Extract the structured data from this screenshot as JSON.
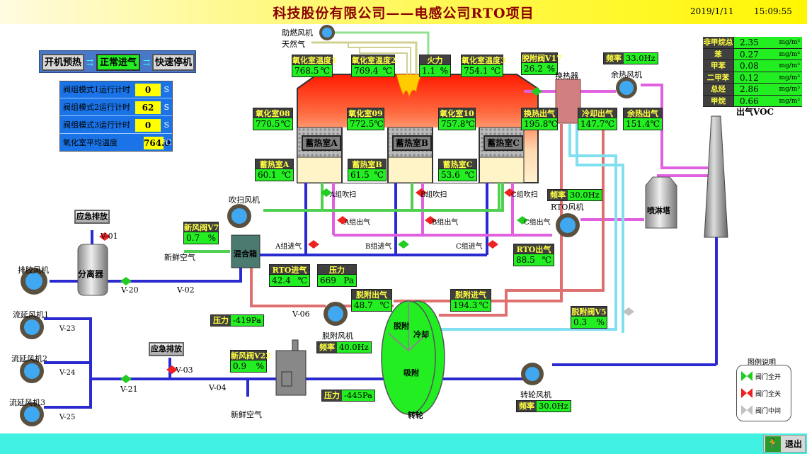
{
  "header": {
    "title": "科技股份有限公司——电感公司RTO项目",
    "date": "2019/1/11",
    "time": "15:09:55"
  },
  "modes": [
    {
      "label": "开机预热",
      "active": false
    },
    {
      "label": "正常进气",
      "active": true
    },
    {
      "label": "快速停机",
      "active": false
    }
  ],
  "timers": [
    {
      "label": "阀组模式1运行计时",
      "value": "0",
      "unit": "S"
    },
    {
      "label": "阀组模式2运行计时",
      "value": "62",
      "unit": "S"
    },
    {
      "label": "阀组模式3运行计时",
      "value": "0",
      "unit": "S"
    },
    {
      "label": "氧化室平均温度",
      "value": "764.0",
      "unit": "℃"
    }
  ],
  "burner": {
    "fan_label": "助燃风机",
    "gas_label": "天然气"
  },
  "top_tags": {
    "ox_temp1": {
      "name": "氧化室温度1",
      "value": "768.5",
      "unit": "℃"
    },
    "ox_temp2": {
      "name": "氧化室温度2",
      "value": "769.4",
      "unit": "℃"
    },
    "fire": {
      "name": "火力",
      "value": "1.1",
      "unit": "%"
    },
    "ox_temp3": {
      "name": "氧化室温度3",
      "value": "754.1",
      "unit": "℃"
    }
  },
  "chambers": {
    "ox08": {
      "name": "氧化室08",
      "value": "770.5",
      "unit": "℃"
    },
    "ox09": {
      "name": "氧化室09",
      "value": "772.5",
      "unit": "℃"
    },
    "ox10": {
      "name": "氧化室10",
      "value": "757.8",
      "unit": "℃"
    },
    "regen_labels": [
      "蓄热室A",
      "蓄热室B",
      "蓄热室C"
    ],
    "regenA": {
      "name": "蓄热室A",
      "value": "60.1",
      "unit": "℃"
    },
    "regenB": {
      "name": "蓄热室B",
      "value": "61.5",
      "unit": "℃"
    },
    "regenC": {
      "name": "蓄热室C",
      "value": "53.6",
      "unit": "℃"
    }
  },
  "valve_labels": {
    "a_purge": "A组吹扫",
    "b_purge": "B组吹扫",
    "c_purge": "C组吹扫",
    "a_out": "A组出气",
    "b_out": "B组出气",
    "c_out": "C组出气",
    "a_in": "A组进气",
    "b_in": "B组进气",
    "c_in": "C组进气"
  },
  "heat_exchanger": {
    "v17": {
      "name": "脱附阀V17",
      "value": "26.2",
      "unit": "%"
    },
    "label": "换热器",
    "out": {
      "name": "换热出气",
      "value": "195.8",
      "unit": "℃"
    },
    "cool_out": {
      "name": "冷却出气",
      "value": "147.7",
      "unit": "℃"
    }
  },
  "waste_heat_fan": {
    "label": "余热风机",
    "freq_name": "频率",
    "freq": "33.0Hz",
    "out": {
      "name": "余热出气",
      "value": "151.4",
      "unit": "℃"
    }
  },
  "voc": {
    "title": "出气VOC",
    "rows": [
      {
        "name": "非甲烷总烃",
        "value": "2.35",
        "unit": "mg/m³"
      },
      {
        "name": "苯",
        "value": "0.27",
        "unit": "mg/m³"
      },
      {
        "name": "甲苯",
        "value": "0.08",
        "unit": "mg/m³"
      },
      {
        "name": "二甲苯",
        "value": "0.12",
        "unit": "mg/m³"
      },
      {
        "name": "总烃",
        "value": "2.86",
        "unit": "mg/m³"
      },
      {
        "name": "甲烷",
        "value": "0.66",
        "unit": "mg/m³"
      }
    ]
  },
  "rto_fan": {
    "label": "RTO风机",
    "freq_name": "频率",
    "freq": "30.0Hz",
    "out": {
      "name": "RTO出气",
      "value": "88.5",
      "unit": "℃"
    }
  },
  "spray_tower": {
    "label": "喷淋塔"
  },
  "purge_fan": {
    "label": "吹扫风机"
  },
  "mixer": {
    "label": "混合箱",
    "fresh_air": "新鲜空气",
    "v7": {
      "name": "新风阀V7",
      "value": "0.7",
      "unit": "%"
    },
    "rto_in": {
      "name": "RTO进气",
      "value": "42.4",
      "unit": "℃"
    },
    "pressure": {
      "name": "压力",
      "value": "669",
      "unit": "Pa"
    },
    "pressure2": {
      "name": "压力",
      "value": "-419Pa"
    }
  },
  "left_line": {
    "emergency": "应急排放",
    "v01": "V-01",
    "separator": "分离器",
    "glue_fan": "排胶风机",
    "v20": "V-20",
    "v02": "V-02"
  },
  "desorb": {
    "v06": "V-06",
    "fan_label": "脱附风机",
    "freq_name": "频率",
    "freq": "40.0Hz",
    "out": {
      "name": "脱附出气",
      "value": "48.7",
      "unit": "℃"
    },
    "in": {
      "name": "脱附进气",
      "value": "194.3",
      "unit": "℃"
    },
    "v5": {
      "name": "脱附阀V5",
      "value": "0.3",
      "unit": "%"
    }
  },
  "wheel": {
    "label": "转轮",
    "desorb": "脱附",
    "cool": "冷却",
    "adsorb": "吸附"
  },
  "wheel_fan": {
    "label": "转轮风机",
    "freq_name": "频率",
    "freq": "30.0Hz"
  },
  "flow_fans": [
    {
      "label": "流延风机1",
      "valve": "V-23"
    },
    {
      "label": "流延风机2",
      "valve": "V-24"
    },
    {
      "label": "流延风机3",
      "valve": "V-25"
    }
  ],
  "bottom_line": {
    "v21": "V-21",
    "emergency": "应急排放",
    "v03": "V-03",
    "v04": "V-04",
    "v22": {
      "name": "新风阀V22",
      "value": "0.9",
      "unit": "%"
    },
    "fresh_air": "新鲜空气",
    "pressure": {
      "name": "压力",
      "value": "-445Pa"
    }
  },
  "legend": {
    "title": "图例说明",
    "items": [
      {
        "label": "阀门全开",
        "color": "#22cc22"
      },
      {
        "label": "阀门全关",
        "color": "#ee2222"
      },
      {
        "label": "阀门中间",
        "color": "#c0c0c0"
      }
    ]
  },
  "footer": {
    "exit_label": "退出"
  }
}
